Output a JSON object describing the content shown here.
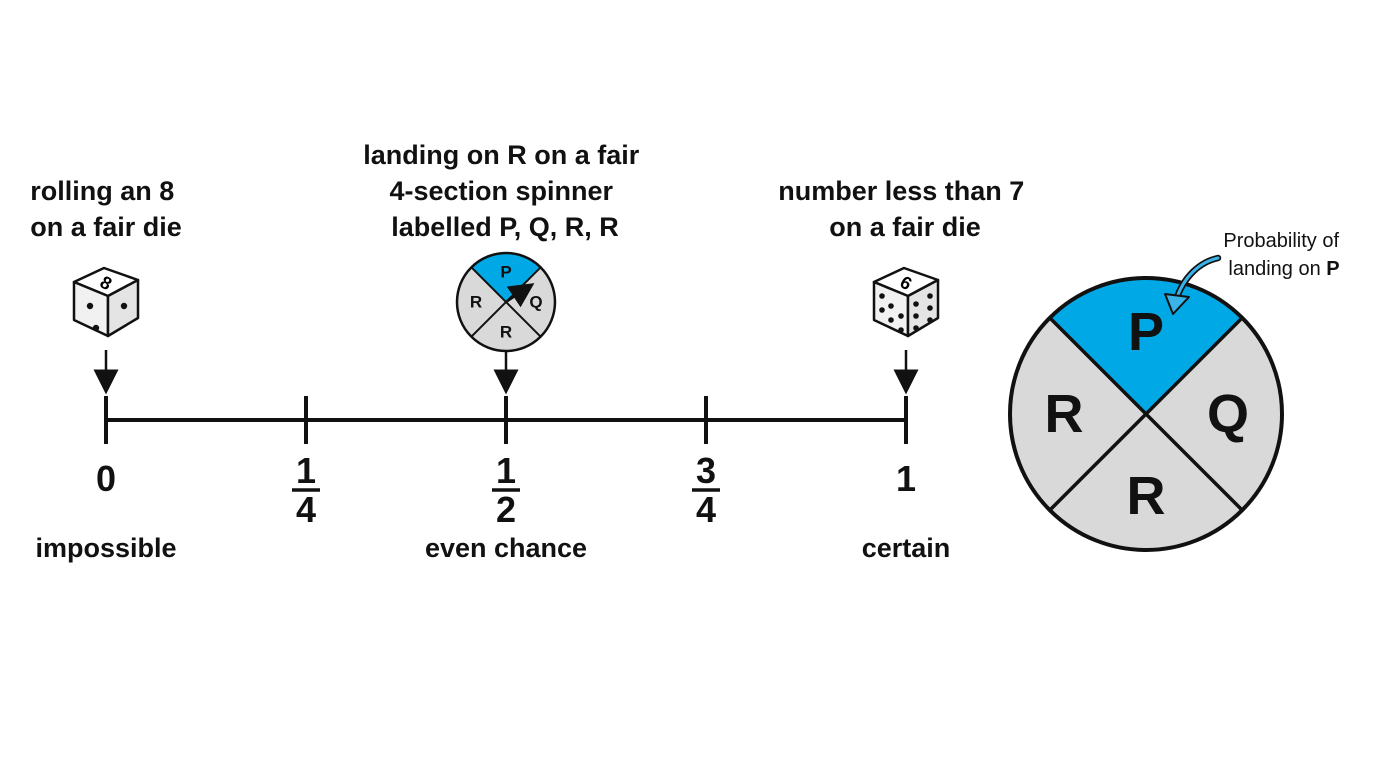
{
  "number_line": {
    "ticks": [
      {
        "value": 0,
        "label": "0"
      },
      {
        "value": 0.25,
        "numerator": "1",
        "denominator": "4"
      },
      {
        "value": 0.5,
        "numerator": "1",
        "denominator": "2"
      },
      {
        "value": 0.75,
        "numerator": "3",
        "denominator": "4"
      },
      {
        "value": 1,
        "label": "1"
      }
    ],
    "descriptors": {
      "impossible": "impossible",
      "even": "even chance",
      "certain": "certain"
    }
  },
  "events": {
    "die_eight": {
      "lines": [
        "rolling an 8",
        "on a fair die"
      ],
      "value": 0,
      "die_face": "8"
    },
    "spinner_r": {
      "lines": [
        "landing on R on a fair",
        "4-section spinner",
        "labelled P, Q, R, R"
      ],
      "value": 0.5
    },
    "die_less7": {
      "lines": [
        "number less than 7",
        "on a fair die"
      ],
      "value": 1,
      "die_face": "6"
    }
  },
  "spinner": {
    "sections": {
      "top": "P",
      "right": "Q",
      "bottom": "R",
      "left": "R"
    },
    "highlight_color": "#00a8e6",
    "base_color": "#d9d9d9"
  },
  "annotation": {
    "line1": "Probability of",
    "line2_prefix": "landing on ",
    "line2_bold": "P"
  }
}
